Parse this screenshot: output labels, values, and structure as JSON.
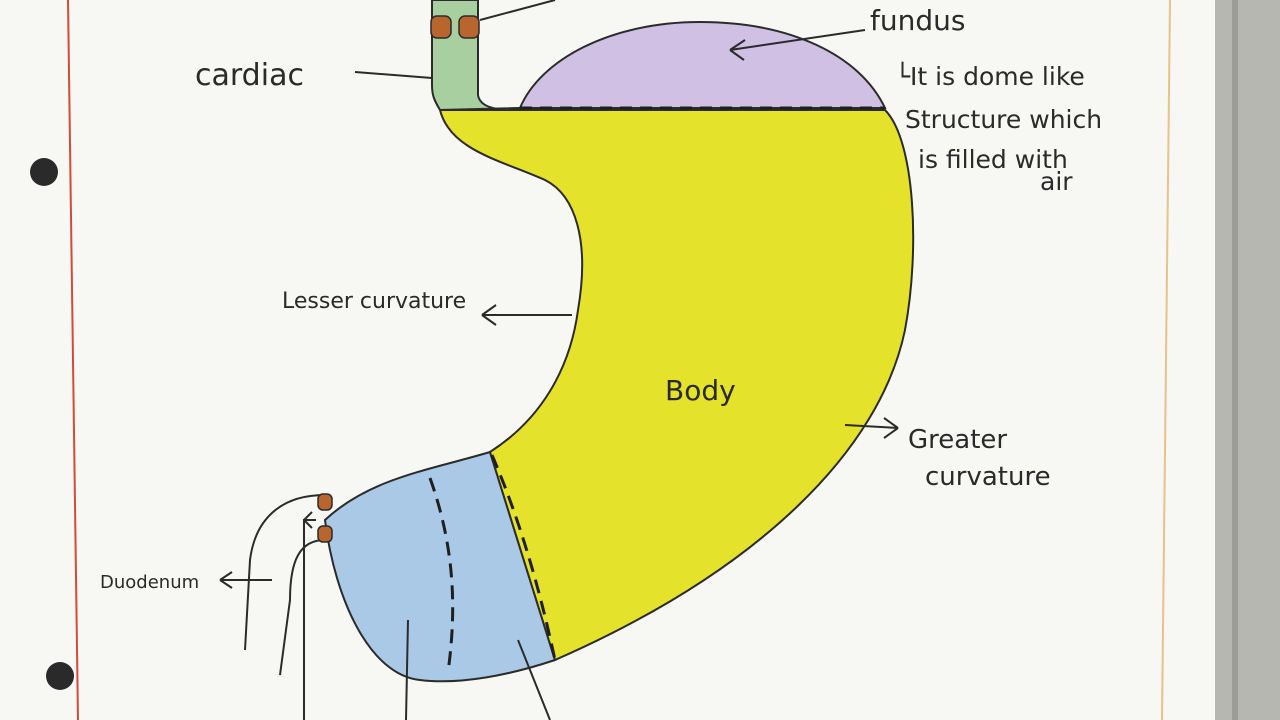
{
  "diagram": {
    "labels": {
      "fundus": "fundus",
      "fundus_note_1": "└It is dome like",
      "fundus_note_2": "Structure which",
      "fundus_note_3": "is filled with",
      "fundus_note_4": "air",
      "cardiac": "cardiac",
      "lesser_curvature": "Lesser curvature",
      "body": "Body",
      "greater_curvature_1": "Greater",
      "greater_curvature_2": "curvature",
      "duodenum": "Duodenum"
    },
    "colors": {
      "paper": "#f7f7f4",
      "margin_line": "#d44a3a",
      "fundus_fill": "#cfc0e4",
      "body_fill": "#e4e22a",
      "pyloric_fill": "#a9c9e6",
      "cardiac_fill": "#a7cfa0",
      "sphincter_fill": "#b8652e",
      "outline": "#2b2b2b"
    }
  }
}
